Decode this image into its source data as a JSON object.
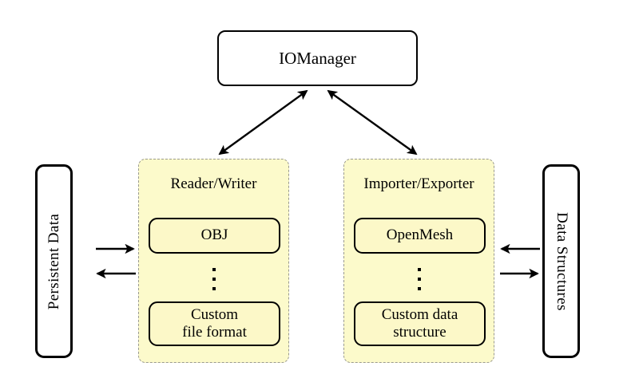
{
  "diagram": {
    "title_node": {
      "label": "IOManager"
    },
    "left_store": {
      "label": "Persistent Data"
    },
    "right_store": {
      "label": "Data Structures"
    },
    "groups": [
      {
        "name": "reader-writer",
        "title": "Reader/Writer",
        "top_item": "OBJ",
        "ellipsis": "⋮",
        "bottom_item_line1": "Custom",
        "bottom_item_line2": "file format"
      },
      {
        "name": "importer-exporter",
        "title": "Importer/Exporter",
        "top_item": "OpenMesh",
        "ellipsis": "⋮",
        "bottom_item_line1": "Custom data",
        "bottom_item_line2": "structure"
      }
    ],
    "connections": [
      {
        "name": "iomanager-to-reader-writer",
        "kind": "bidirectional-diagonal"
      },
      {
        "name": "iomanager-to-importer-exporter",
        "kind": "bidirectional-diagonal"
      },
      {
        "name": "persistent-data-to-reader-writer",
        "kind": "arrow-right"
      },
      {
        "name": "reader-writer-to-persistent-data",
        "kind": "arrow-left"
      },
      {
        "name": "data-structures-to-importer-exporter",
        "kind": "arrow-left"
      },
      {
        "name": "importer-exporter-to-data-structures",
        "kind": "arrow-right"
      }
    ],
    "colors": {
      "group_fill": "#fcfacb",
      "group_border": "#9a9a8f",
      "node_fill": "#fcf8c8",
      "stroke": "#000000",
      "background": "#ffffff"
    }
  }
}
